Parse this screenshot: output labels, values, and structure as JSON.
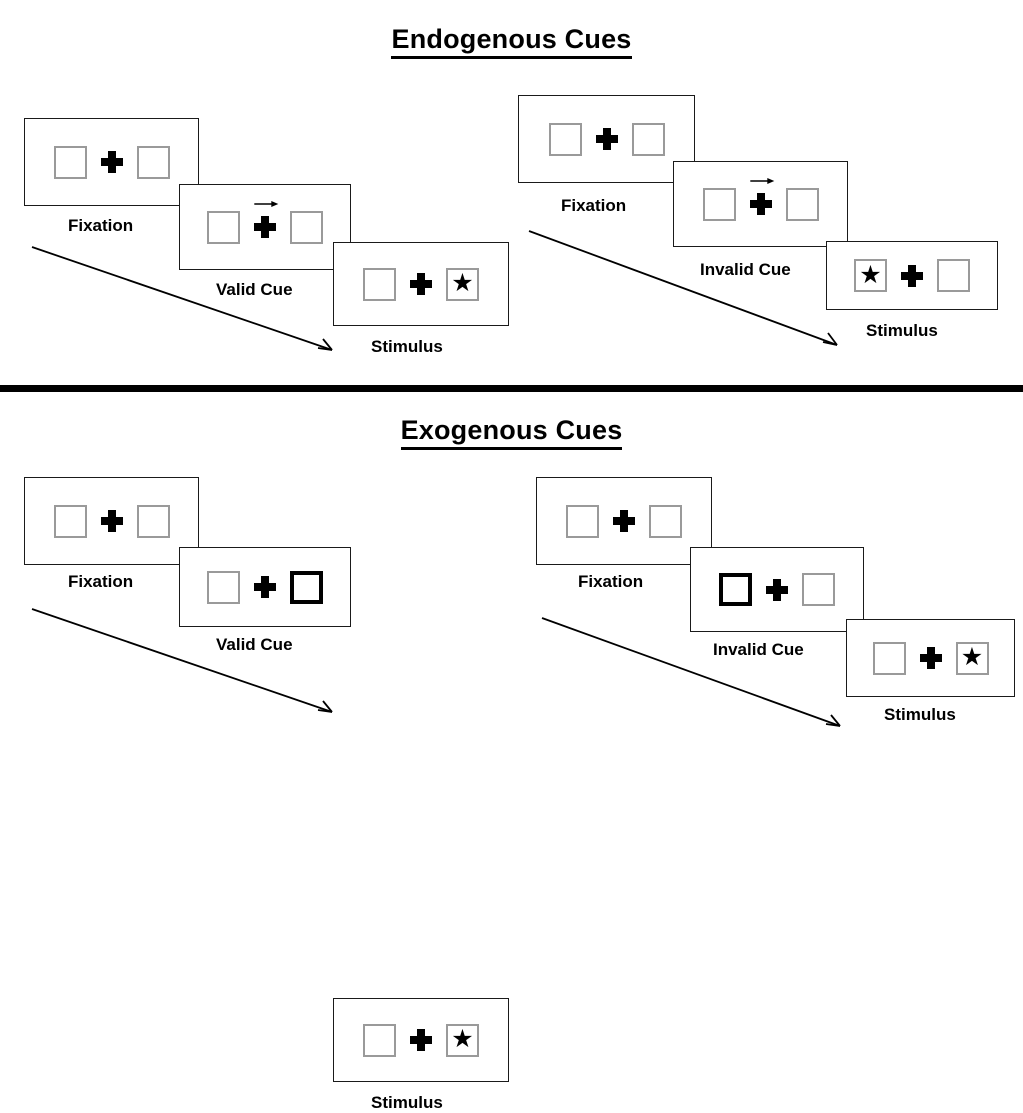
{
  "figure": {
    "type": "diagram",
    "description": "Posner cueing paradigm: endogenous vs exogenous spatial cues, valid and invalid trials"
  },
  "divider": {
    "color": "#000000"
  },
  "sections": [
    {
      "id": "endogenous",
      "title": "Endogenous Cues",
      "conditions": [
        {
          "id": "endogenous-valid",
          "cue_validity": "Valid Cue",
          "frames": [
            {
              "id": "endo-valid-fixation",
              "label": "Fixation",
              "cue_type": "none",
              "left_box": {
                "cued": false,
                "target": false
              },
              "right_box": {
                "cued": false,
                "target": false
              }
            },
            {
              "id": "endo-valid-cue",
              "label": "Valid Cue",
              "cue_type": "arrow-right",
              "left_box": {
                "cued": false,
                "target": false
              },
              "right_box": {
                "cued": false,
                "target": false
              }
            },
            {
              "id": "endo-valid-stimulus",
              "label": "Stimulus",
              "cue_type": "none",
              "left_box": {
                "cued": false,
                "target": false
              },
              "right_box": {
                "cued": false,
                "target": true
              }
            }
          ]
        },
        {
          "id": "endogenous-invalid",
          "cue_validity": "Invalid Cue",
          "frames": [
            {
              "id": "endo-invalid-fixation",
              "label": "Fixation",
              "cue_type": "none",
              "left_box": {
                "cued": false,
                "target": false
              },
              "right_box": {
                "cued": false,
                "target": false
              }
            },
            {
              "id": "endo-invalid-cue",
              "label": "Invalid Cue",
              "cue_type": "arrow-right",
              "left_box": {
                "cued": false,
                "target": false
              },
              "right_box": {
                "cued": false,
                "target": false
              }
            },
            {
              "id": "endo-invalid-stimulus",
              "label": "Stimulus",
              "cue_type": "none",
              "left_box": {
                "cued": false,
                "target": true
              },
              "right_box": {
                "cued": false,
                "target": false
              }
            }
          ]
        }
      ]
    },
    {
      "id": "exogenous",
      "title": "Exogenous Cues",
      "conditions": [
        {
          "id": "exogenous-valid",
          "cue_validity": "Valid Cue",
          "frames": [
            {
              "id": "exo-valid-fixation",
              "label": "Fixation",
              "cue_type": "none",
              "left_box": {
                "cued": false,
                "target": false
              },
              "right_box": {
                "cued": false,
                "target": false
              }
            },
            {
              "id": "exo-valid-cue",
              "label": "Valid Cue",
              "cue_type": "box-highlight-right",
              "left_box": {
                "cued": false,
                "target": false
              },
              "right_box": {
                "cued": true,
                "target": false
              }
            },
            {
              "id": "exo-valid-stimulus",
              "label": "Stimulus",
              "cue_type": "none",
              "left_box": {
                "cued": false,
                "target": false
              },
              "right_box": {
                "cued": false,
                "target": true
              }
            }
          ]
        },
        {
          "id": "exogenous-invalid",
          "cue_validity": "Invalid Cue",
          "frames": [
            {
              "id": "exo-invalid-fixation",
              "label": "Fixation",
              "cue_type": "none",
              "left_box": {
                "cued": false,
                "target": false
              },
              "right_box": {
                "cued": false,
                "target": false
              }
            },
            {
              "id": "exo-invalid-cue",
              "label": "Invalid Cue",
              "cue_type": "box-highlight-left",
              "left_box": {
                "cued": true,
                "target": false
              },
              "right_box": {
                "cued": false,
                "target": false
              }
            },
            {
              "id": "exo-invalid-stimulus",
              "label": "Stimulus",
              "cue_type": "none",
              "left_box": {
                "cued": false,
                "target": false
              },
              "right_box": {
                "cued": false,
                "target": true
              }
            }
          ]
        }
      ]
    }
  ],
  "glyphs": {
    "target_star": "★",
    "fixation": "plus-cross",
    "arrow_cue": "arrow-right-icon",
    "time_arrow": "time-progression-arrow"
  },
  "colors": {
    "box_border": "#9a9a9a",
    "cued_box_border": "#000000",
    "frame_border": "#1a1a1a",
    "ink": "#000000",
    "background": "#ffffff"
  }
}
